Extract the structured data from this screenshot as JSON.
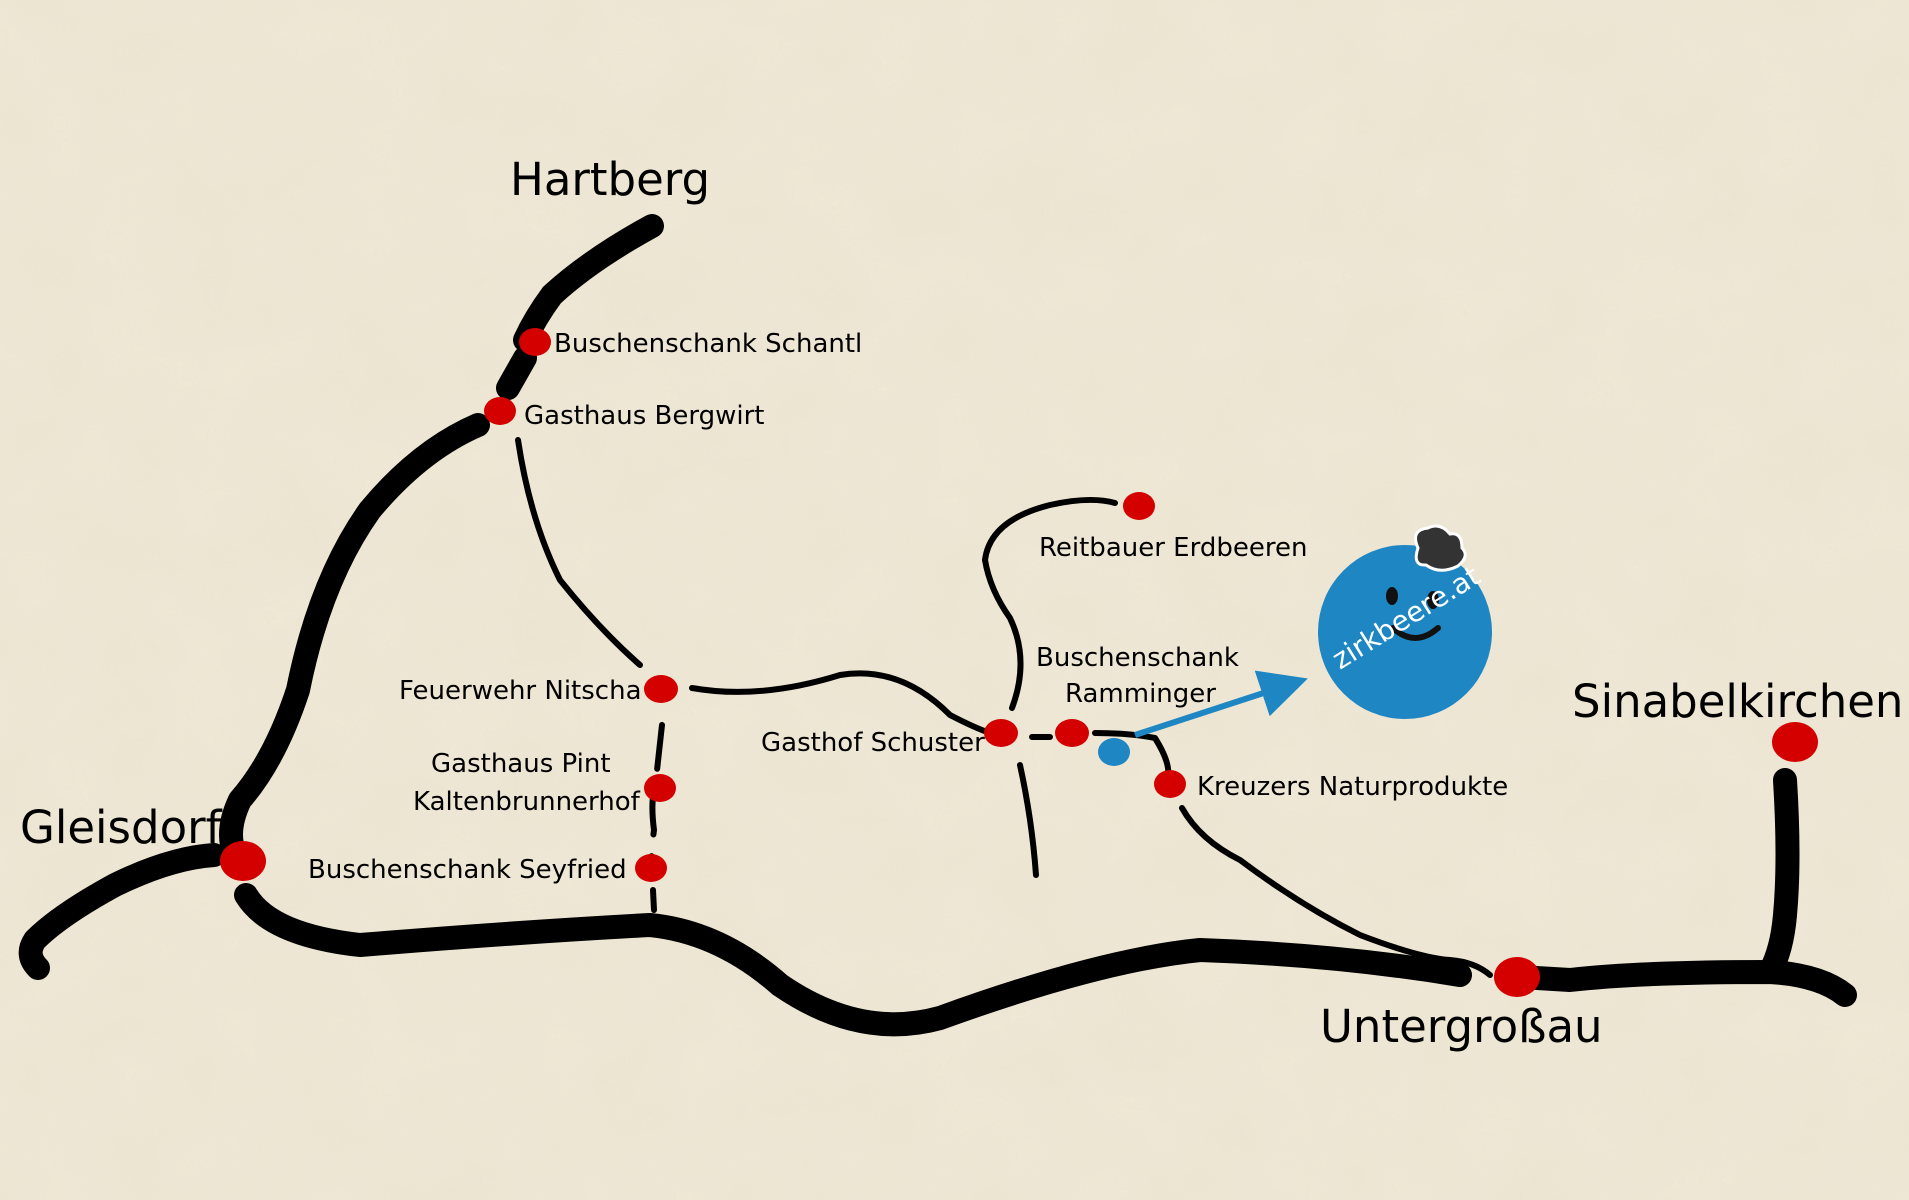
{
  "map": {
    "towns": {
      "hartberg": "Hartberg",
      "gleisdorf": "Gleisdorf",
      "untergrossau": "Untergroßau",
      "sinabelkirchen": "Sinabelkirchen"
    },
    "places": {
      "schantl": "Buschenschank Schantl",
      "bergwirt": "Gasthaus Bergwirt",
      "reitbauer": "Reitbauer Erdbeeren",
      "ramminger_line1": "Buschenschank",
      "ramminger_line2": "Ramminger",
      "feuerwehr": "Feuerwehr Nitscha",
      "pint_line1": "Gasthaus Pint",
      "pint_line2": "Kaltenbrunnerhof",
      "seyfried": "Buschenschank Seyfried",
      "schuster": "Gasthof Schuster",
      "kreuzers": "Kreuzers Naturprodukte"
    },
    "logo": {
      "text": "zirkbeere.at"
    },
    "colors": {
      "road": "#000000",
      "marker": "#d40000",
      "destination": "#1e86c3",
      "paper": "#efe8d6"
    }
  }
}
